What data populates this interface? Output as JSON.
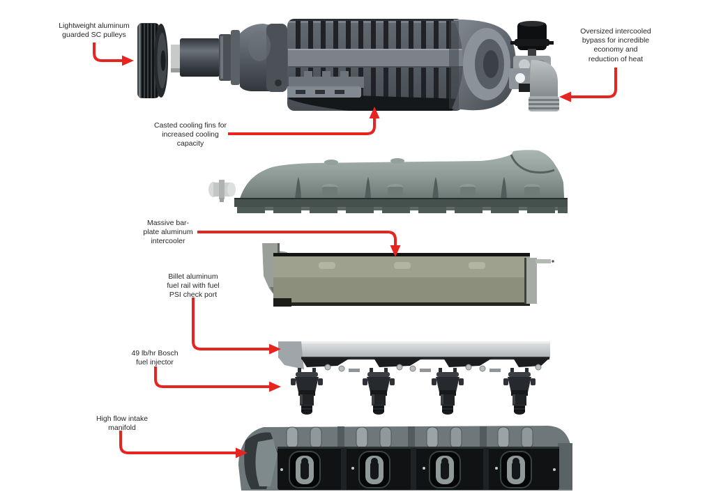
{
  "colors": {
    "background": "#ffffff",
    "arrow": "#e62420",
    "label_text": "#262626"
  },
  "labels": {
    "pulleys": "Lightweight aluminum\nguarded SC pulleys",
    "bypass": "Oversized intercooled\nbypass for incredible\neconomy and\nreduction of heat",
    "cooling_fins": "Casted cooling fins for\nincreased cooling\ncapacity",
    "intercooler": "Massive bar-\nplate aluminum\nintercooler",
    "fuel_rail": "Billet aluminum\nfuel rail with fuel\nPSI check port",
    "injector": "49 lb/hr Bosch\nfuel injector",
    "manifold": "High flow intake\nmanifold"
  }
}
